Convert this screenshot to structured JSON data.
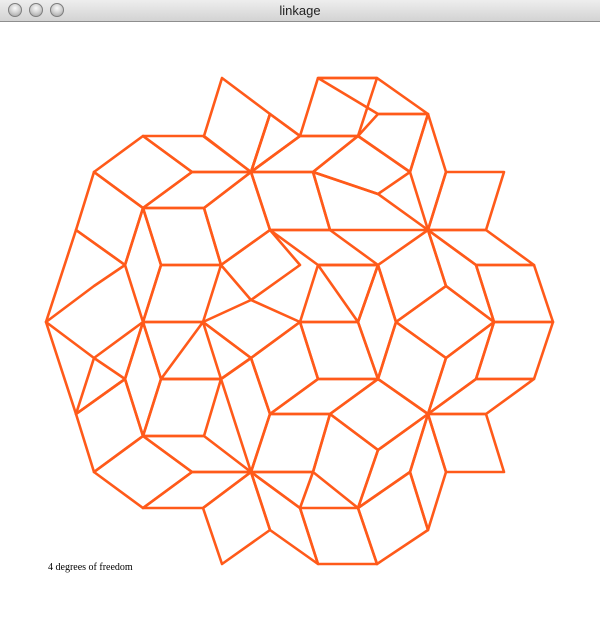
{
  "window": {
    "title": "linkage",
    "buttons": [
      {
        "name": "close",
        "icon": "close-button-icon"
      },
      {
        "name": "minimize",
        "icon": "minimize-button-icon"
      },
      {
        "name": "zoom",
        "icon": "zoom-button-icon"
      }
    ]
  },
  "linkage": {
    "stroke_color": "#ff5a1a",
    "status_text": "4 degrees of freedom"
  }
}
